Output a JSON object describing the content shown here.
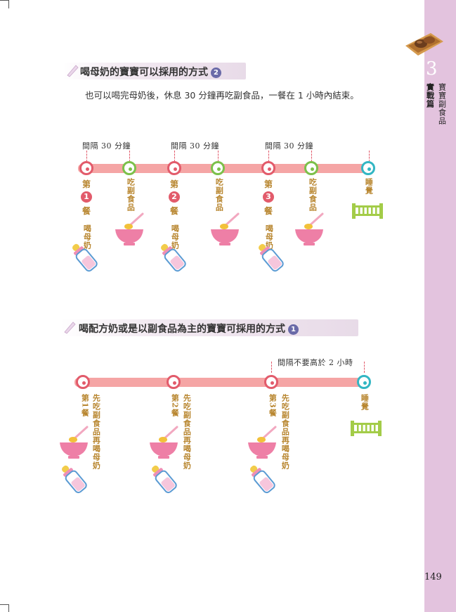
{
  "sidebar": {
    "chapter_number": "3",
    "chapter_label": "實戰篇",
    "chapter_title": "寶寶副食品",
    "page_number": "149"
  },
  "section1": {
    "title": "喝母奶的寶寶可以採用的方式",
    "badge": "2",
    "description": "也可以喝完母奶後，休息 30 分鐘再吃副食品，一餐在 1 小時內結束。",
    "intervals": [
      "間隔 30 分鐘",
      "間隔 30 分鐘",
      "間隔 30 分鐘"
    ],
    "meals": [
      {
        "pre": "第",
        "num": "1",
        "post": "餐",
        "action": "喝母奶"
      },
      {
        "pre": "第",
        "num": "2",
        "post": "餐",
        "action": "喝母奶"
      },
      {
        "pre": "第",
        "num": "3",
        "post": "餐",
        "action": "喝母奶"
      }
    ],
    "solid_label": "吃副食品",
    "sleep_label": "睡覺"
  },
  "section2": {
    "title": "喝配方奶或是以副食品為主的寶寶可採用的方式",
    "badge": "1",
    "interval": "間隔不要高於 2 小時",
    "meals": [
      {
        "label": "第1餐",
        "action": "先吃副食品再喝母奶"
      },
      {
        "label": "第2餐",
        "action": "先吃副食品再喝母奶"
      },
      {
        "label": "第3餐",
        "action": "先吃副食品再喝母奶"
      }
    ],
    "sleep_label": "睡覺"
  },
  "colors": {
    "track": "#f5a5a5",
    "meal_node": "#e25b6b",
    "solid_node": "#7cc04a",
    "sleep_node": "#32b6c3",
    "label_text": "#b8862f",
    "sidebar": "#e3c3de",
    "badge": "#6a6aa8"
  },
  "icons": [
    "baby-bottle-icon",
    "food-bowl-icon",
    "crib-icon",
    "pen-icon",
    "bread-basket-icon"
  ]
}
